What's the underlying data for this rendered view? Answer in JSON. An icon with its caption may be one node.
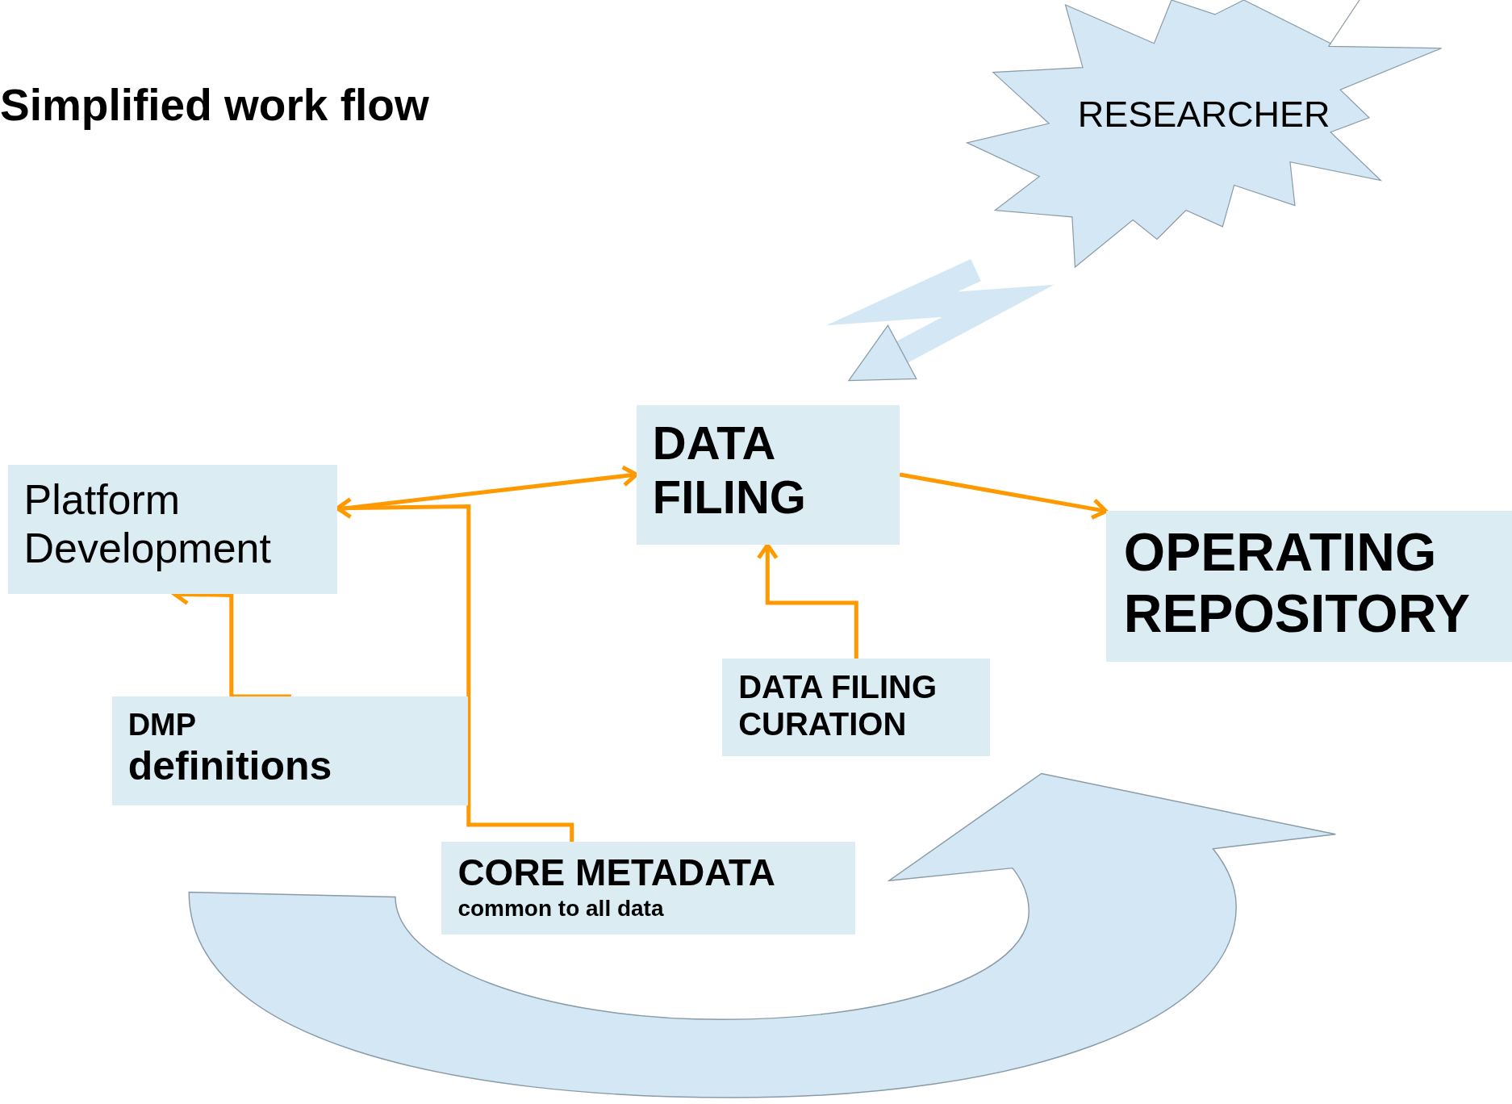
{
  "diagram": {
    "title": "Simplified work flow",
    "nodes": [
      {
        "text": [
          "RESEARCHER"
        ]
      },
      {
        "text": [
          "DATA FILING"
        ]
      },
      {
        "text": [
          "Platform Development"
        ]
      },
      {
        "text": [
          "OPERATING REPOSITORY"
        ]
      },
      {
        "text": [
          "DATA FILING CURATION"
        ]
      },
      {
        "text": [
          "DMP",
          "definitions"
        ]
      },
      {
        "text": [
          "CORE METADATA",
          "common to all data"
        ]
      }
    ],
    "edges": [
      {
        "from": 0,
        "to": 1,
        "arrow": "to",
        "style": "thick",
        "color": "#d3e8f4"
      },
      {
        "from": 2,
        "to": 1,
        "arrow": "to"
      },
      {
        "from": 1,
        "to": 3,
        "arrow": "to"
      },
      {
        "from": 4,
        "to": 1,
        "arrow": "to"
      },
      {
        "from": 5,
        "to": 2,
        "arrow": "to"
      },
      {
        "from": 6,
        "to": 2,
        "arrow": "to"
      }
    ]
  }
}
